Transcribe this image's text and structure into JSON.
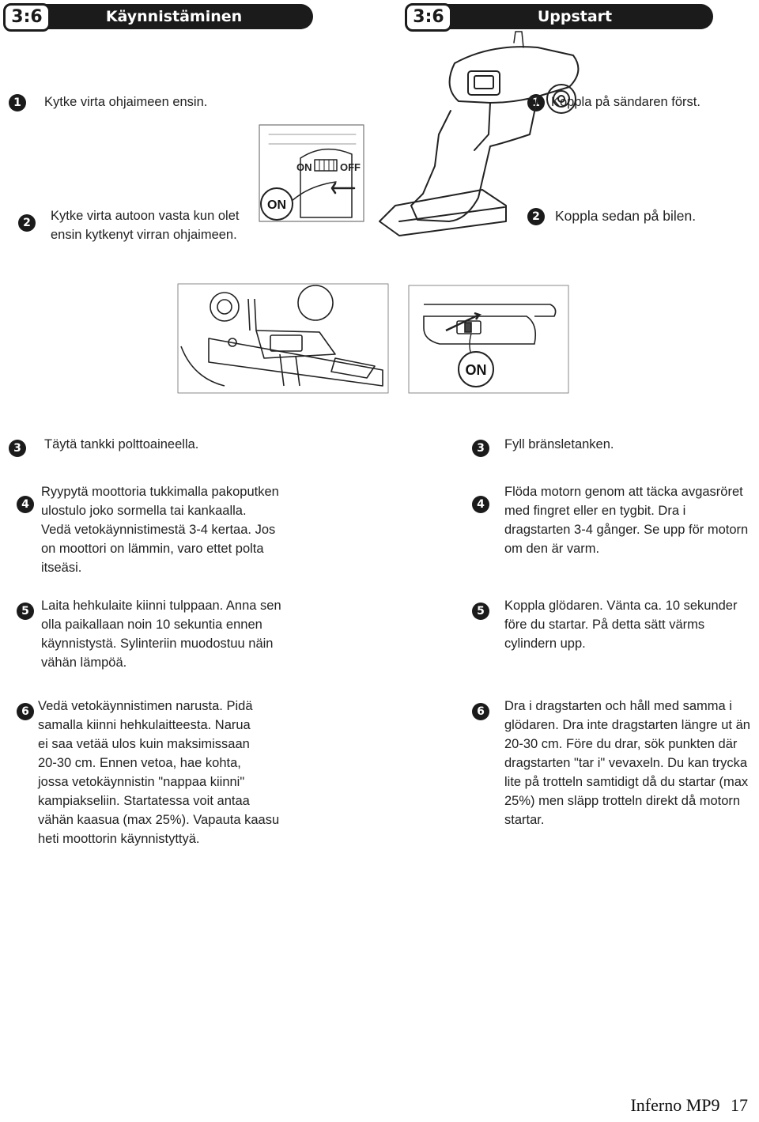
{
  "headers": {
    "fi": {
      "tag": "3:6",
      "title": "Käynnistäminen"
    },
    "sv": {
      "tag": "3:6",
      "title": "Uppstart"
    }
  },
  "steps": {
    "fi": [
      {
        "num": "1",
        "text": "Kytke virta ohjaimeen ensin."
      },
      {
        "num": "2",
        "text": "Kytke virta autoon vasta kun olet\nensin kytkenyt virran ohjaimeen."
      },
      {
        "num": "3",
        "text": "Täytä tankki polttoaineella."
      },
      {
        "num": "4",
        "text": "Ryypytä moottoria tukkimalla pakoputken\nulostulo joko sormella tai kankaalla.\nVedä vetokäynnistimestä 3-4 kertaa. Jos\non moottori on lämmin, varo ettet polta\nitseäsi."
      },
      {
        "num": "5",
        "text": "Laita hehkulaite kiinni tulppaan. Anna sen\nolla paikallaan noin 10 sekuntia ennen\nkäynnistystä. Sylinteriin muodostuu näin\nvähän lämpöä."
      },
      {
        "num": "6",
        "text": "Vedä vetokäynnistimen narusta. Pidä\nsamalla kiinni hehkulaitteesta. Narua\nei saa vetää ulos kuin maksimissaan\n20-30 cm. Ennen vetoa, hae kohta,\njossa vetokäynnistin \"nappaa kiinni\"\nkampiakseliin. Startatessa voit antaa\nvähän kaasua (max 25%). Vapauta kaasu\nheti moottorin käynnistyttyä."
      }
    ],
    "sv": [
      {
        "num": "1",
        "text": "Koppla på sändaren först."
      },
      {
        "num": "2",
        "text": "Koppla sedan på bilen."
      },
      {
        "num": "3",
        "text": "Fyll bränsletanken."
      },
      {
        "num": "4",
        "text": "Flöda motorn genom att täcka avgasröret\nmed fingret eller en tygbit. Dra i\ndragstarten 3-4 gånger. Se upp för motorn\nom den är varm."
      },
      {
        "num": "5",
        "text": "Koppla glödaren. Vänta ca. 10 sekunder\nföre du startar. På detta sätt värms\ncylindern upp."
      },
      {
        "num": "6",
        "text": "Dra i dragstarten och håll med samma i\nglödaren. Dra inte dragstarten längre ut än\n20-30 cm. Före du drar, sök punkten där\ndragstarten \"tar i\" vevaxeln. Du kan trycka\nlite på trotteln samtidigt då du startar (max\n25%) men släpp trotteln direkt då motorn\nstartar."
      }
    ]
  },
  "figures": {
    "transmitter_switch": {
      "on": "ON",
      "off": "OFF",
      "callout": "ON"
    },
    "car_switch": {
      "callout": "ON"
    }
  },
  "footer": {
    "model": "Inferno MP9",
    "page": "17"
  }
}
